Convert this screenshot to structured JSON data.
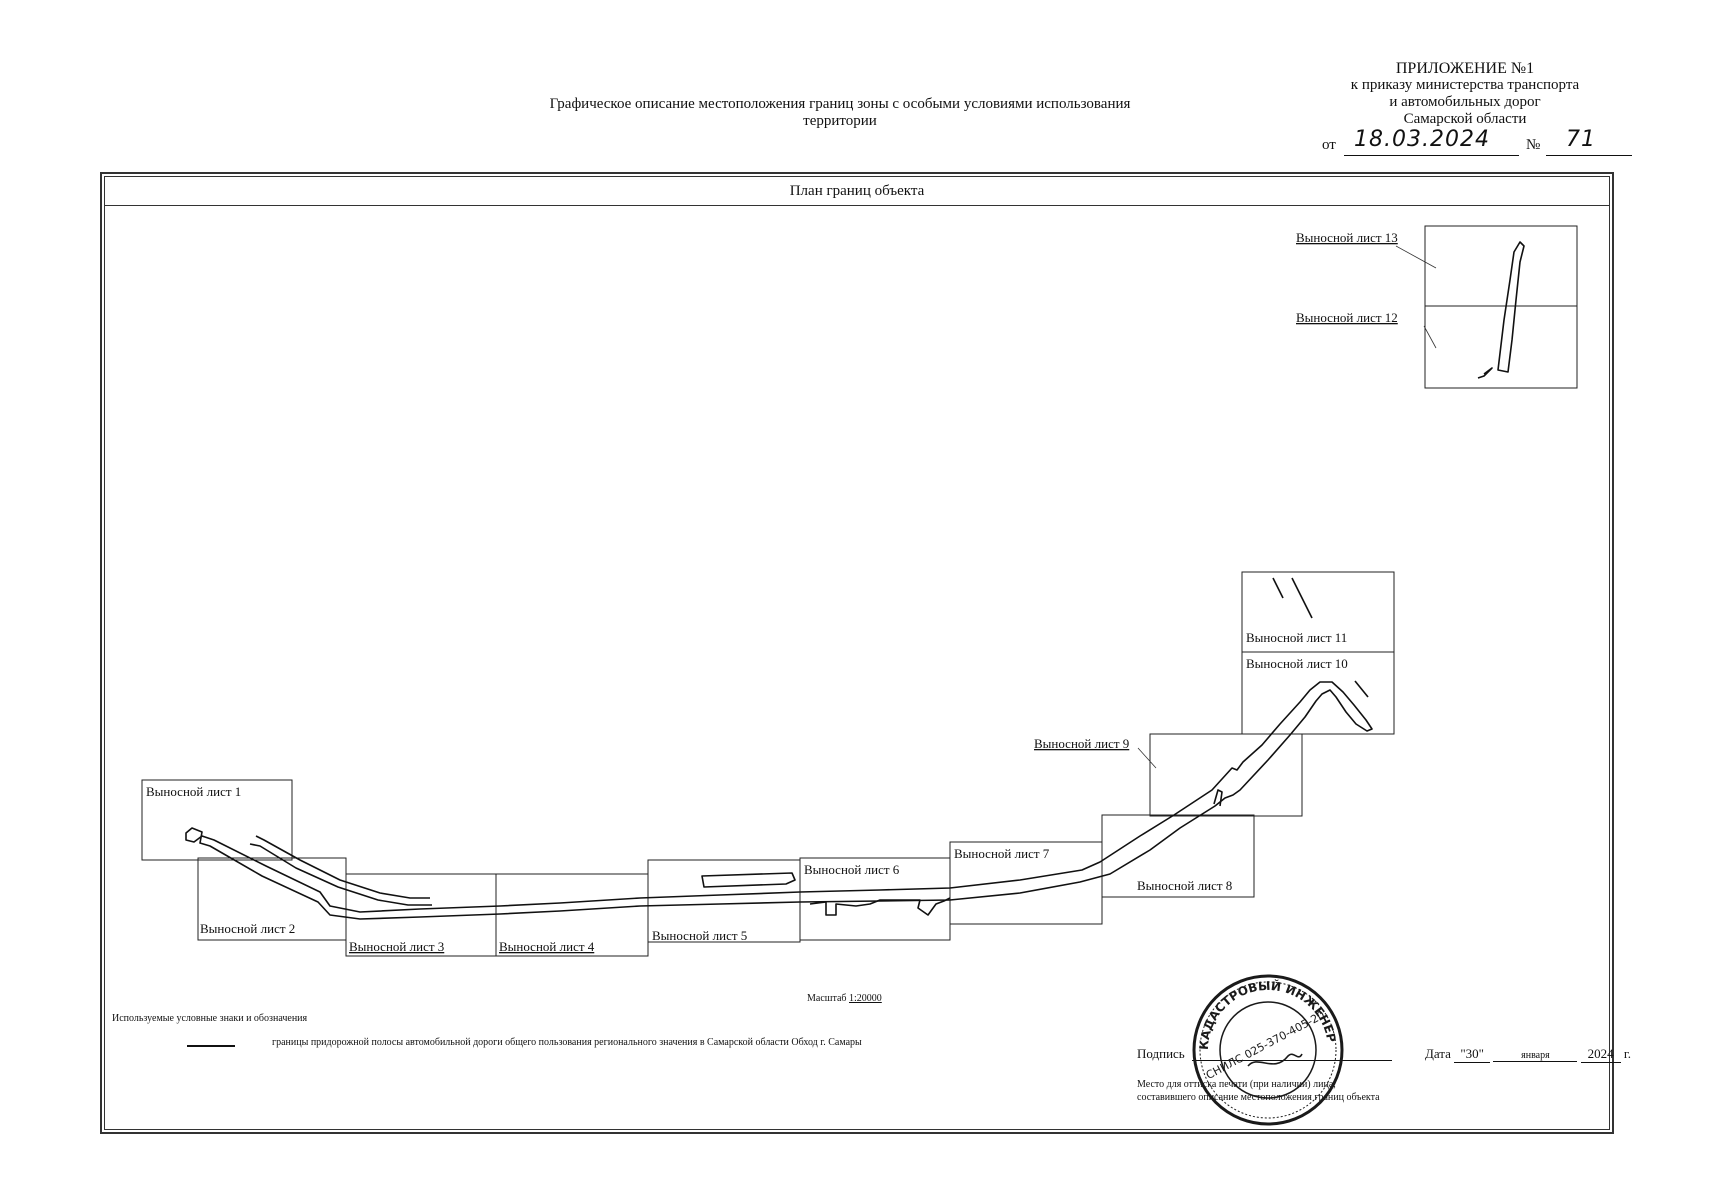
{
  "header": {
    "title_line1": "Графическое описание местоположения границ зоны с особыми условиями использования",
    "title_line2": "территории"
  },
  "appendix": {
    "heading": "ПРИЛОЖЕНИЕ №1",
    "line1": "к приказу министерства транспорта",
    "line2": "и автомобильных дорог",
    "line3": "Самарской области",
    "date_prefix": "от",
    "date_handwritten": "18.03.2024",
    "number_prefix": "№",
    "number_handwritten": "71"
  },
  "plan": {
    "title": "План границ объекта",
    "sheets": [
      "Выносной лист 1",
      "Выносной лист 2",
      "Выносной лист 3",
      "Выносной лист 4",
      "Выносной лист 5",
      "Выносной лист 6",
      "Выносной лист 7",
      "Выносной лист 8",
      "Выносной лист 9",
      "Выносной лист 10",
      "Выносной лист 11",
      "Выносной лист 12",
      "Выносной лист 13"
    ]
  },
  "scale": {
    "label": "Масштаб",
    "value": "1:20000"
  },
  "legend": {
    "title": "Используемые условные знаки и обозначения",
    "item_text": "границы придорожной полосы автомобильной дороги общего пользования регионального значения в Самарской области Обход г. Самары"
  },
  "signature": {
    "label": "Подпись",
    "date_label": "Дата",
    "day": "\"30\"",
    "month": "января",
    "year": "2024",
    "year_suffix": "г.",
    "stamp_note_line1": "Место для оттиска печати (при наличии) лица,",
    "stamp_note_line2": "составившего описание местоположения границ объекта"
  },
  "seal": {
    "ring_text": "КАДАСТРОВЫЙ ИНЖЕНЕР",
    "snils": "СНИЛС 025-370-405-20"
  }
}
